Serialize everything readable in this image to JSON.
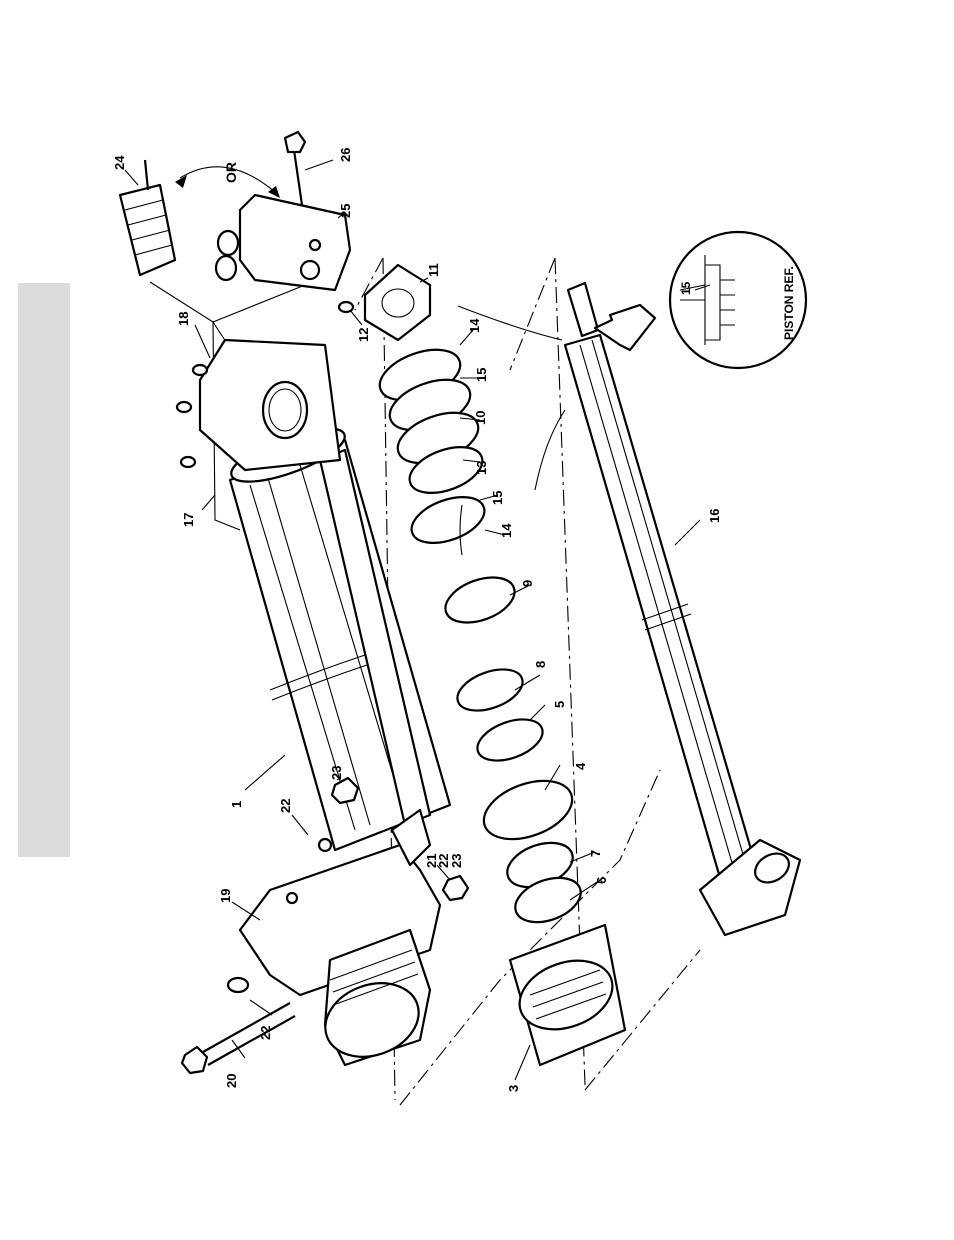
{
  "diagram": {
    "callouts": [
      "1",
      "3",
      "4",
      "5",
      "6",
      "7",
      "8",
      "9",
      "10",
      "11",
      "12",
      "13",
      "14",
      "14",
      "15",
      "15",
      "16",
      "17",
      "18",
      "19",
      "20",
      "21",
      "22",
      "22",
      "22",
      "23",
      "23",
      "24",
      "25",
      "26"
    ],
    "or_label": "OR",
    "inset_label": "PISTON REF.",
    "inset_callout": "15"
  },
  "colors": {
    "line": "#000000",
    "tab": "#dcdcdc",
    "background": "#ffffff"
  }
}
